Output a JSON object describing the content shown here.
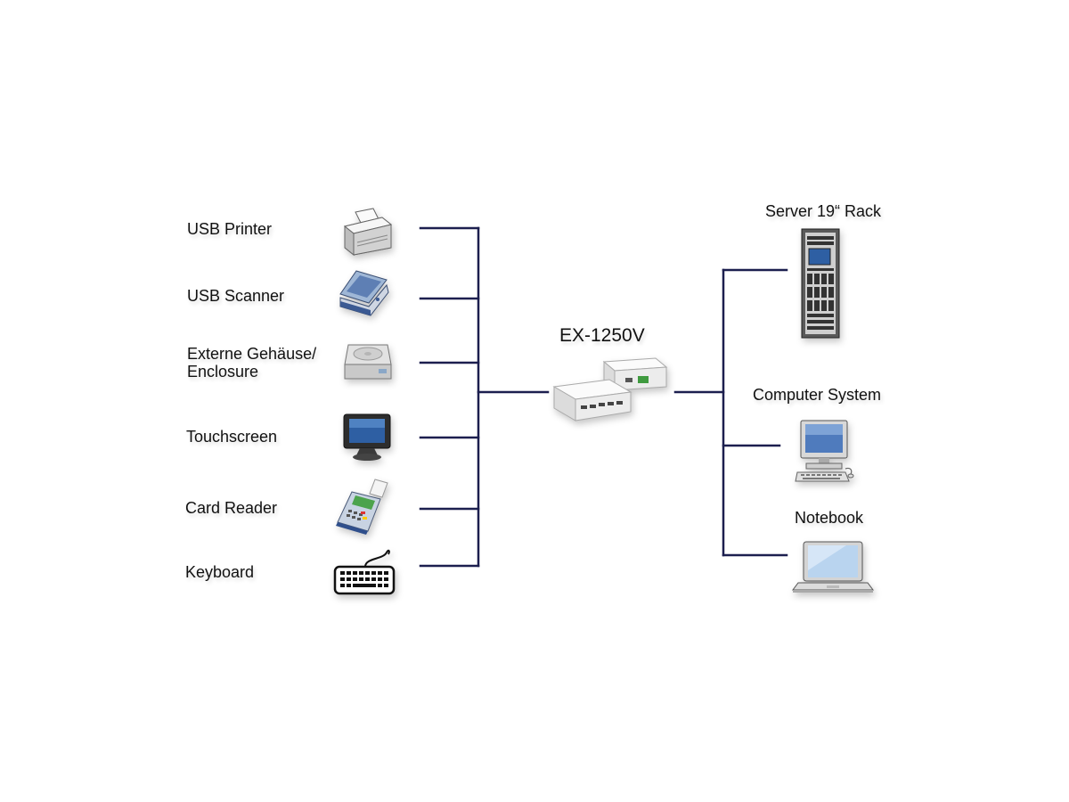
{
  "center_device": {
    "label": "EX-1250V"
  },
  "left_devices": [
    {
      "label": "USB Printer",
      "icon": "printer-icon"
    },
    {
      "label": "USB Scanner",
      "icon": "scanner-icon"
    },
    {
      "label_line1": "Externe Gehäuse/",
      "label_line2": "Enclosure",
      "icon": "hard-drive-icon"
    },
    {
      "label": "Touchscreen",
      "icon": "touchscreen-icon"
    },
    {
      "label": "Card Reader",
      "icon": "card-reader-icon"
    },
    {
      "label": "Keyboard",
      "icon": "keyboard-icon"
    }
  ],
  "right_devices": [
    {
      "label": "Server 19“ Rack",
      "icon": "server-rack-icon"
    },
    {
      "label": "Computer System",
      "icon": "desktop-computer-icon"
    },
    {
      "label": "Notebook",
      "icon": "notebook-icon"
    }
  ],
  "colors": {
    "line": "#1c1f4f"
  }
}
